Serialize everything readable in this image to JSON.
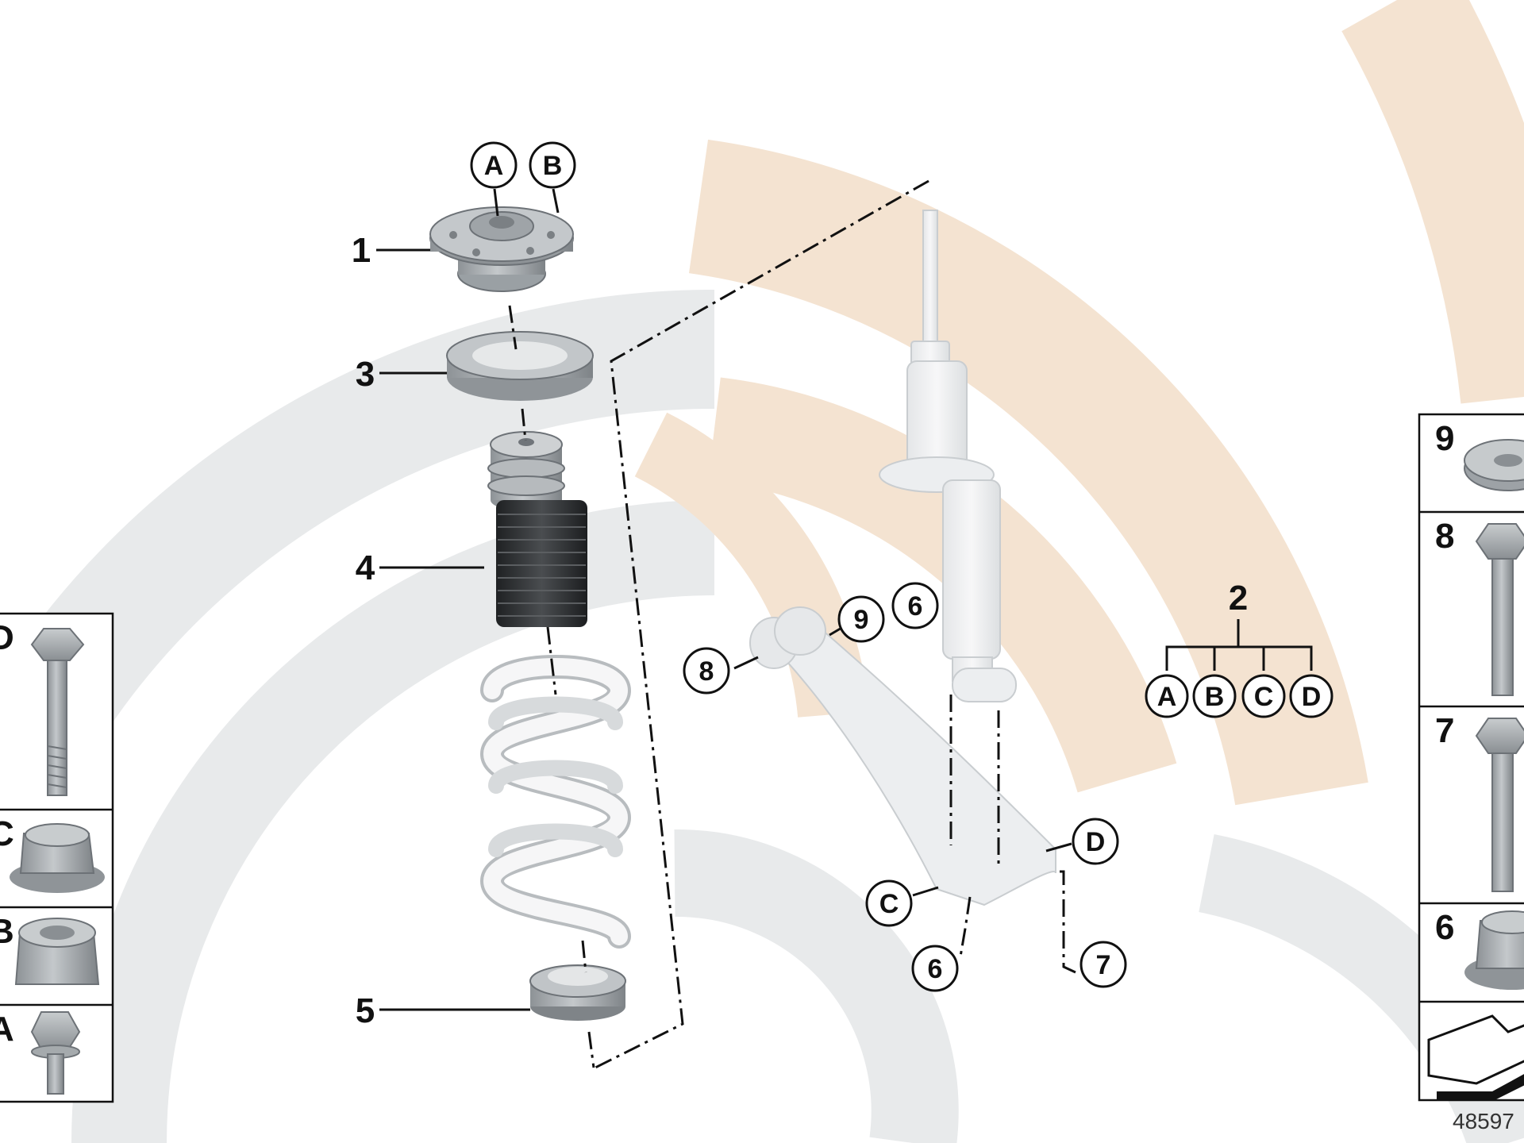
{
  "callouts": {
    "c1": "1",
    "c2": "2",
    "c3": "3",
    "c4": "4",
    "c5": "5",
    "c6a": "6",
    "c6b": "6",
    "c7": "7",
    "c8": "8",
    "c9": "9"
  },
  "letters": {
    "top_a": "A",
    "top_b": "B",
    "grp_a": "A",
    "grp_b": "B",
    "grp_c": "C",
    "grp_d": "D",
    "arm_c": "C",
    "arm_d": "D"
  },
  "left_panel": [
    "D",
    "C",
    "B",
    "A"
  ],
  "right_panel": [
    "9",
    "8",
    "7",
    "6"
  ],
  "reference_number": "48597",
  "colors": {
    "watermark_grey": "#e8eaeb",
    "watermark_beige": "#f4e3d1",
    "part_grey": "#a9adb1",
    "boot_black": "#2d2f31",
    "spring_white": "#f2f2f2"
  }
}
